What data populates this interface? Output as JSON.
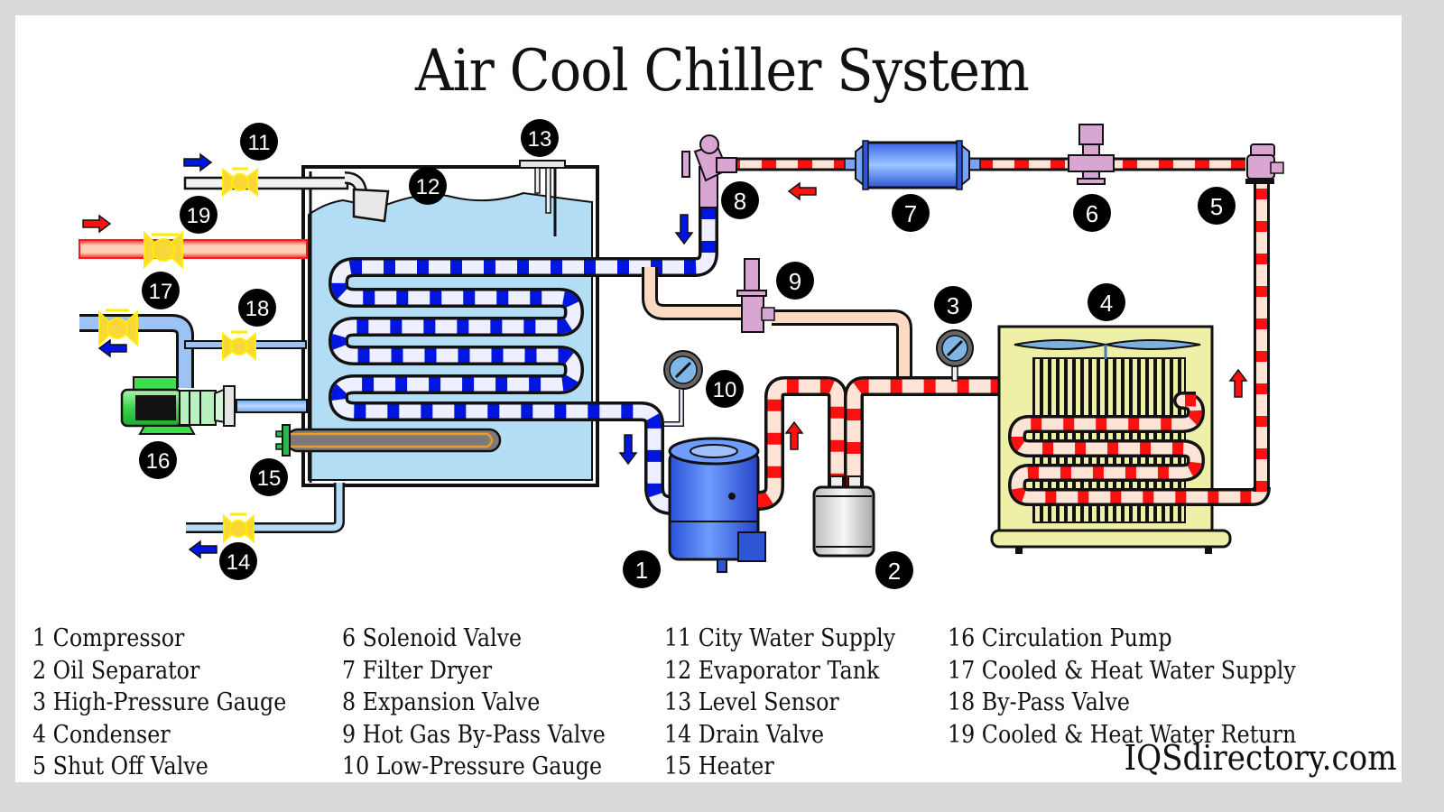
{
  "title": "Air Cool Chiller System",
  "brand": "IQSdirectory.com",
  "colors": {
    "background_frame": "#d9d9d9",
    "card": "#ffffff",
    "tank_water": "#b3dcf5",
    "cold_refrigerant": "#0015e0",
    "hot_refrigerant": "#ff1010",
    "hot_pipe_fill": "#fbd9c2",
    "valve_yellow": "#f9d63a",
    "valve_pink": "#d9a6d4",
    "filter_blue": "#5a86f0",
    "compressor_blue": "#3d6ff0",
    "condenser_body": "#eef0a8",
    "pump_green": "#38d84a",
    "label_badge": "#000000"
  },
  "components": [
    {
      "id": 1,
      "name": "Compressor"
    },
    {
      "id": 2,
      "name": "Oil Separator"
    },
    {
      "id": 3,
      "name": "High-Pressure Gauge"
    },
    {
      "id": 4,
      "name": "Condenser"
    },
    {
      "id": 5,
      "name": "Shut Off Valve"
    },
    {
      "id": 6,
      "name": "Solenoid Valve"
    },
    {
      "id": 7,
      "name": "Filter Dryer"
    },
    {
      "id": 8,
      "name": "Expansion Valve"
    },
    {
      "id": 9,
      "name": "Hot Gas By-Pass Valve"
    },
    {
      "id": 10,
      "name": "Low-Pressure Gauge"
    },
    {
      "id": 11,
      "name": "City Water Supply"
    },
    {
      "id": 12,
      "name": "Evaporator Tank"
    },
    {
      "id": 13,
      "name": "Level Sensor"
    },
    {
      "id": 14,
      "name": "Drain Valve"
    },
    {
      "id": 15,
      "name": "Heater"
    },
    {
      "id": 16,
      "name": "Circulation Pump"
    },
    {
      "id": 17,
      "name": "Cooled & Heat Water Supply"
    },
    {
      "id": 18,
      "name": "By-Pass Valve"
    },
    {
      "id": 19,
      "name": "Cooled & Heat Water Return"
    }
  ],
  "badges": {
    "b1": "1",
    "b2": "2",
    "b3": "3",
    "b4": "4",
    "b5": "5",
    "b6": "6",
    "b7": "7",
    "b8": "8",
    "b9": "9",
    "b10": "10",
    "b11": "11",
    "b12": "12",
    "b13": "13",
    "b14": "14",
    "b15": "15",
    "b16": "16",
    "b17": "17",
    "b18": "18",
    "b19": "19"
  },
  "legend": {
    "col1": [
      "1 Compressor",
      "2 Oil Separator",
      "3 High-Pressure Gauge",
      "4 Condenser",
      "5 Shut Off Valve"
    ],
    "col2": [
      "6 Solenoid Valve",
      "7 Filter Dryer",
      "8 Expansion Valve",
      "9 Hot Gas By-Pass Valve",
      "10 Low-Pressure Gauge"
    ],
    "col3": [
      "11 City Water Supply",
      "12 Evaporator Tank",
      "13 Level Sensor",
      "14 Drain Valve",
      "15 Heater"
    ],
    "col4": [
      "16 Circulation Pump",
      "17 Cooled & Heat Water Supply",
      "18 By-Pass Valve",
      "19 Cooled & Heat Water Return"
    ]
  },
  "flow_arrows": [
    {
      "at": "city-water-inlet",
      "direction": "right",
      "color": "blue"
    },
    {
      "at": "return-water-inlet",
      "direction": "right",
      "color": "red"
    },
    {
      "at": "supply-water-outlet",
      "direction": "left",
      "color": "blue"
    },
    {
      "at": "drain-outlet",
      "direction": "left",
      "color": "blue"
    },
    {
      "at": "expansion-valve-line",
      "direction": "left",
      "color": "red"
    },
    {
      "at": "evaporator-inlet",
      "direction": "down",
      "color": "blue"
    },
    {
      "at": "suction-line",
      "direction": "down",
      "color": "blue"
    },
    {
      "at": "discharge-line",
      "direction": "up",
      "color": "red"
    },
    {
      "at": "condenser-outlet",
      "direction": "up",
      "color": "red"
    }
  ]
}
